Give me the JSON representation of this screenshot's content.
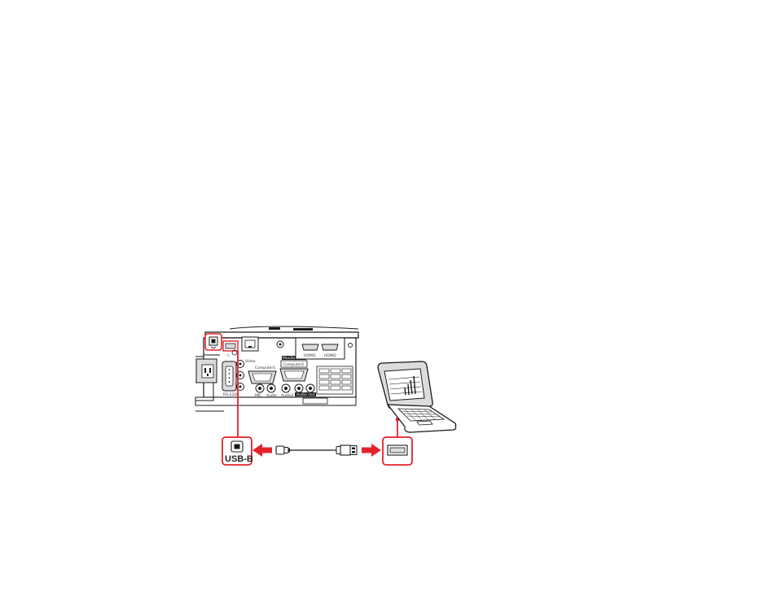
{
  "diagram": {
    "labels": {
      "usb_b_callout": "USB-B"
    },
    "projector_port_labels": {
      "video": "Video",
      "computer1": "Computer1",
      "monitor_out": "Monitor Out",
      "computer2": "Computer2",
      "hdmi1": "HDMI1",
      "hdmi2": "HDMI2",
      "rs232c": "RS-232C",
      "mic": "MIC",
      "audio": "Audio",
      "audio2": "Audio2",
      "audio_out": "Audio Out"
    },
    "colors": {
      "highlight": "#e2232a",
      "line": "#1a1a1a",
      "port_fill": "#dcdcdc"
    },
    "icons": [
      "projector-back-panel",
      "usb-b-port-icon",
      "usb-cable-icon",
      "laptop-icon",
      "usb-a-port-icon",
      "arrow-left-icon",
      "arrow-right-icon"
    ]
  }
}
